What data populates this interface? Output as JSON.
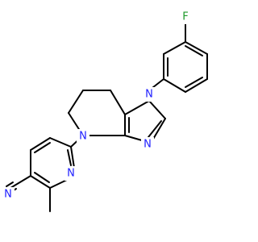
{
  "molecule": {
    "colors": {
      "bond": "#000000",
      "nitrogen": "#2020ff",
      "fluorine": "#1e9a2a",
      "background": "#ffffff"
    },
    "atom_labels": {
      "fluorine": "F",
      "imidazole_n1": "N",
      "imidazole_n3": "N",
      "piperidine_n": "N",
      "pyridine_n": "N",
      "nitrile_n": "N"
    }
  }
}
